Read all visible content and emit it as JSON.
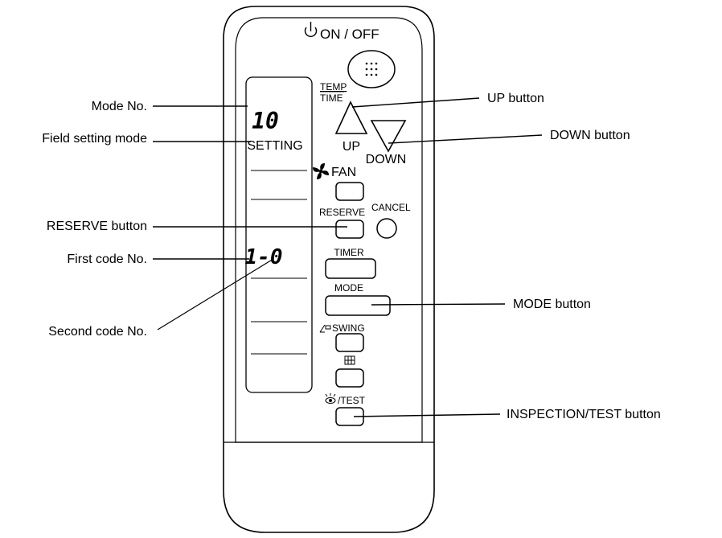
{
  "remote": {
    "power_label": "ON / OFF",
    "temp_label": "TEMP",
    "time_label": "TIME",
    "up_label": "UP",
    "down_label": "DOWN",
    "fan_label": "FAN",
    "reserve_label": "RESERVE",
    "cancel_label": "CANCEL",
    "timer_label": "TIMER",
    "mode_label": "MODE",
    "swing_label": "SWING",
    "test_label": "/TEST",
    "display": {
      "mode_number": "10",
      "setting_text": "SETTING",
      "code_text": "1-0"
    }
  },
  "callouts": {
    "mode_no": "Mode No.",
    "field_setting_mode": "Field setting mode",
    "reserve_button": "RESERVE button",
    "first_code_no": "First code No.",
    "second_code_no": "Second code No.",
    "up_button": "UP button",
    "down_button": "DOWN button",
    "mode_button": "MODE button",
    "inspection_test_button": "INSPECTION/TEST button"
  }
}
